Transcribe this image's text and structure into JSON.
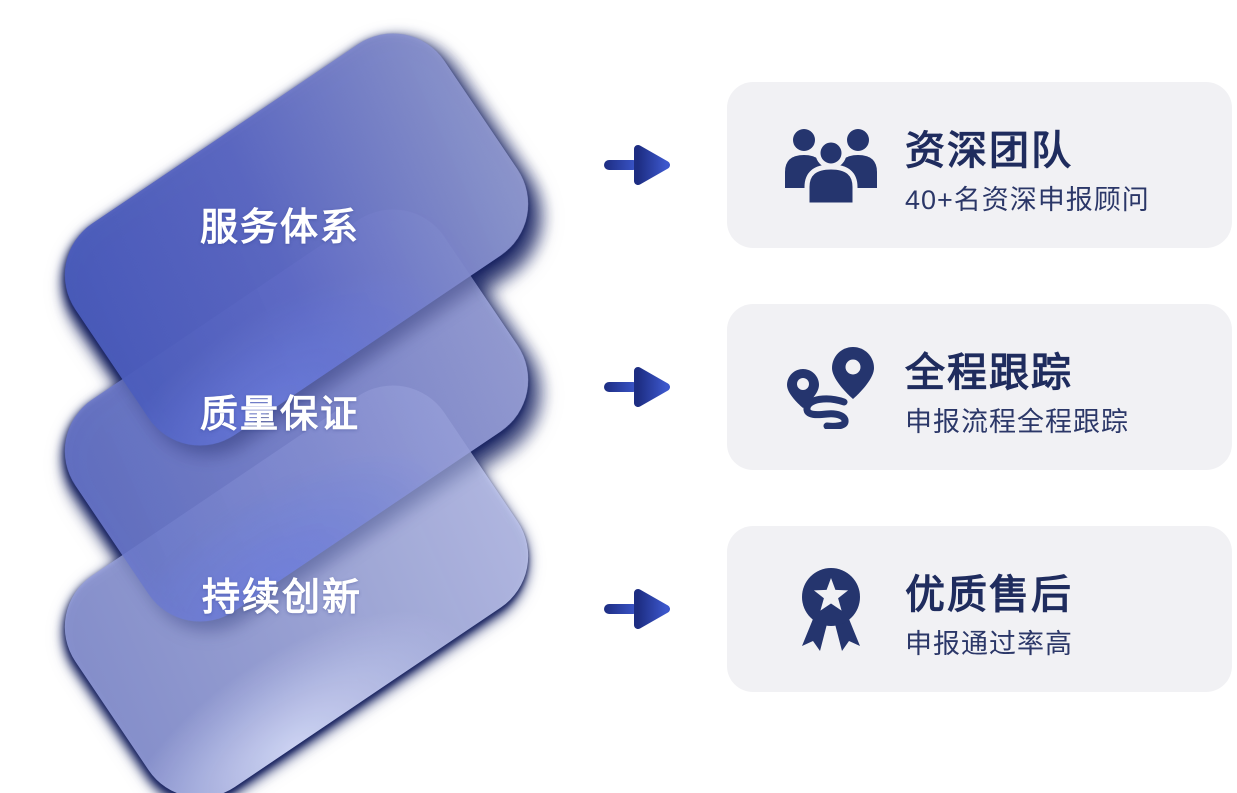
{
  "stack": {
    "layers": [
      {
        "label": "服务体系"
      },
      {
        "label": "质量保证"
      },
      {
        "label": "持续创新"
      }
    ]
  },
  "features": [
    {
      "icon": "team-icon",
      "title": "资深团队",
      "desc": "40+名资深申报顾问"
    },
    {
      "icon": "route-tracking-icon",
      "title": "全程跟踪",
      "desc": "申报流程全程跟踪"
    },
    {
      "icon": "award-medal-icon",
      "title": "优质售后",
      "desc": "申报通过率高"
    }
  ],
  "colors": {
    "navy_icon_text": "#25356e",
    "feature_card_bg": "#f1f1f4",
    "arrow_dark": "#20307f",
    "arrow_bright": "#3c57cc",
    "stack_rim": "#1c2a66",
    "layer1_gradient": [
      "#4a5cbc",
      "#969ed2"
    ],
    "layer2_gradient": [
      "#6876ca",
      "#a5acde"
    ],
    "layer3_gradient": [
      "#939dd9",
      "#c1c8ee"
    ],
    "layer_label_color": "#ffffff"
  }
}
